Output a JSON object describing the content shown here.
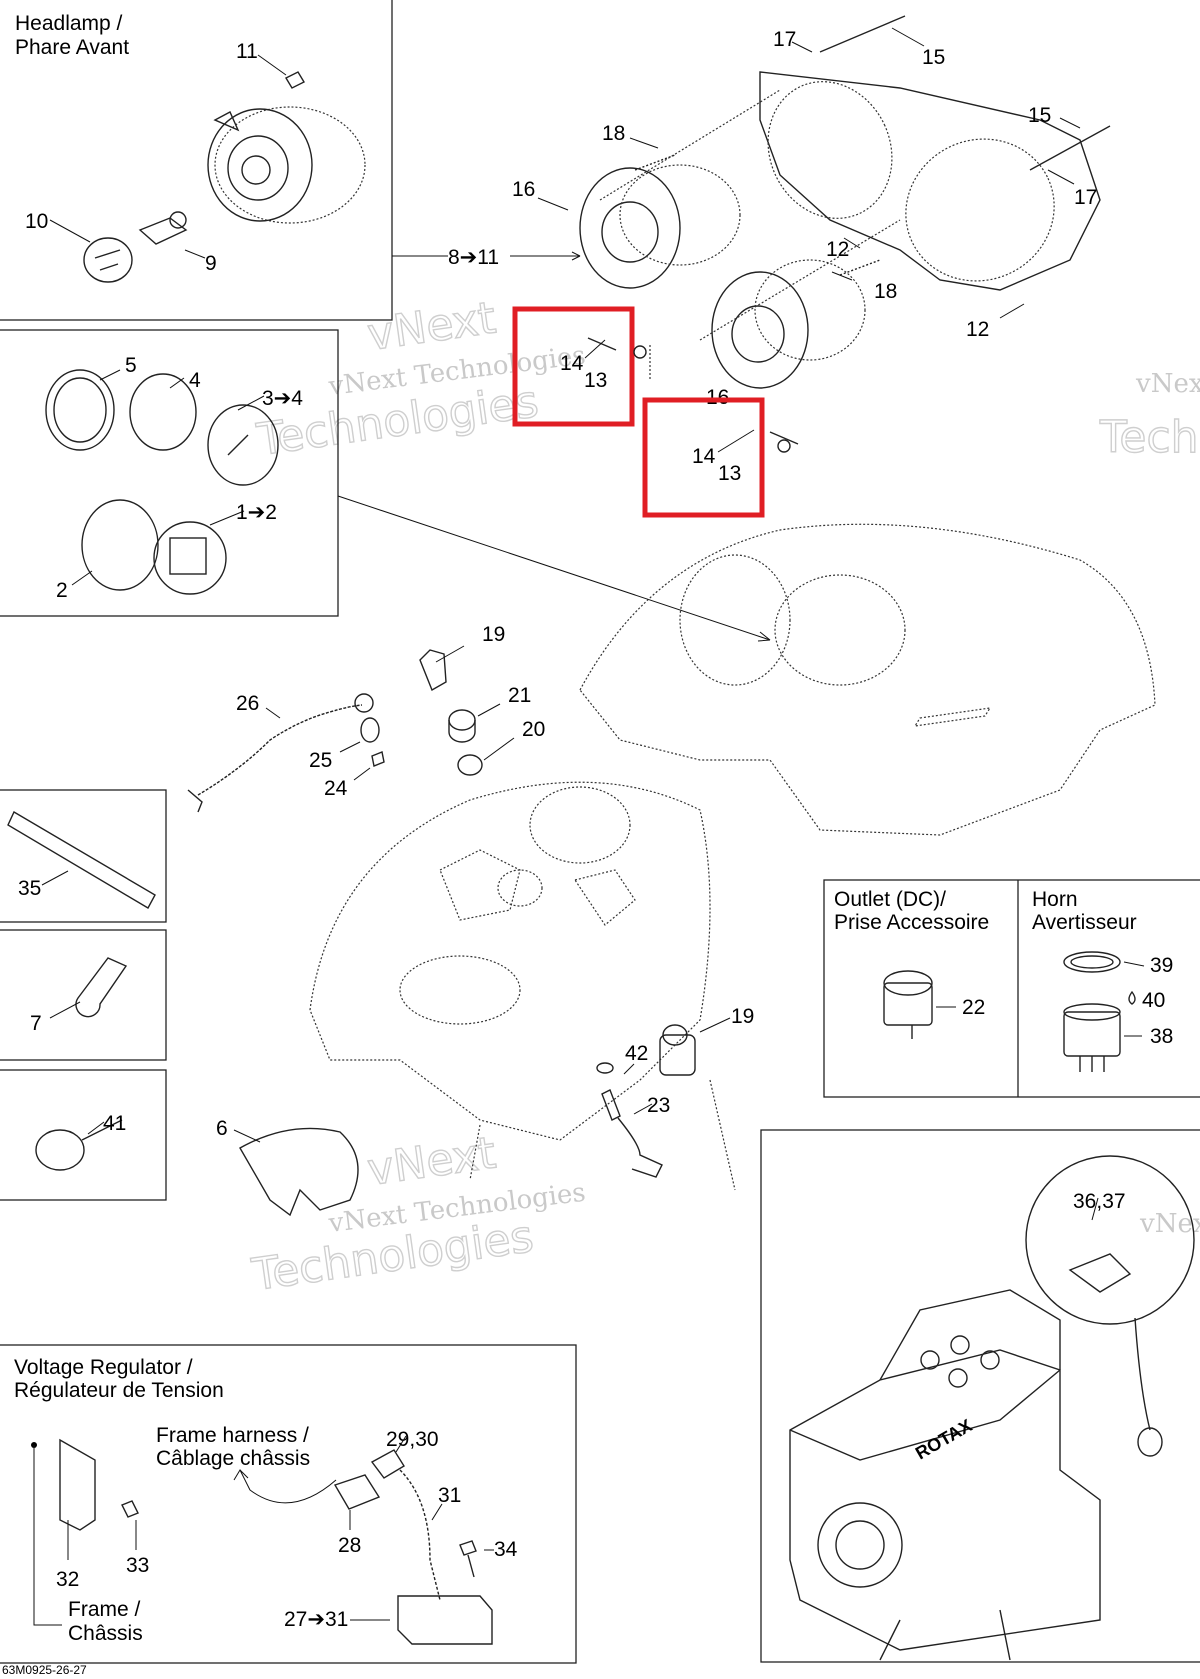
{
  "diagram": {
    "sections": {
      "headlamp": "Headlamp /\nPhare Avant",
      "outlet": "Outlet (DC)/\nPrise Accessoire",
      "horn": "Horn\nAvertisseur",
      "voltage_regulator": "Voltage Regulator /\nRégulateur de Tension",
      "frame_harness": "Frame harness /\nCâblage châssis",
      "frame": "Frame /\nChâssis"
    },
    "part_labels": {
      "p11_top": "11",
      "p10": "10",
      "p9": "9",
      "p8_11": "8➔11",
      "p17a": "17",
      "p15a": "15",
      "p15b": "15",
      "p17b": "17",
      "p18a": "18",
      "p16a": "16",
      "p12a": "12",
      "p18b": "18",
      "p12b": "12",
      "p14a": "14",
      "p13a": "13",
      "p16b": "16",
      "p14b": "14",
      "p13b": "13",
      "p5": "5",
      "p4": "4",
      "p3_4": "3➔4",
      "p1_2": "1➔2",
      "p2": "2",
      "p19a": "19",
      "p26": "26",
      "p21": "21",
      "p25": "25",
      "p20": "20",
      "p24": "24",
      "p35": "35",
      "p7": "7",
      "p41": "41",
      "p6": "6",
      "p42": "42",
      "p19b": "19",
      "p23": "23",
      "p22": "22",
      "p39": "39",
      "p40": "40",
      "p38": "38",
      "p36_37": "36,37",
      "p29_30": "29,30",
      "p31a": "31",
      "p28": "28",
      "p34": "34",
      "p33": "33",
      "p32": "32",
      "p27_31": "27➔31"
    },
    "watermark": {
      "line1": "vNext Technologies",
      "line2": "Technologies",
      "brand": "vNext"
    },
    "engine_brand": "ROTAX",
    "footer_code": "63M0925-26-27"
  },
  "colors": {
    "highlight": "#e01e24",
    "ink": "#222222",
    "watermark": "#c9c9c9"
  }
}
